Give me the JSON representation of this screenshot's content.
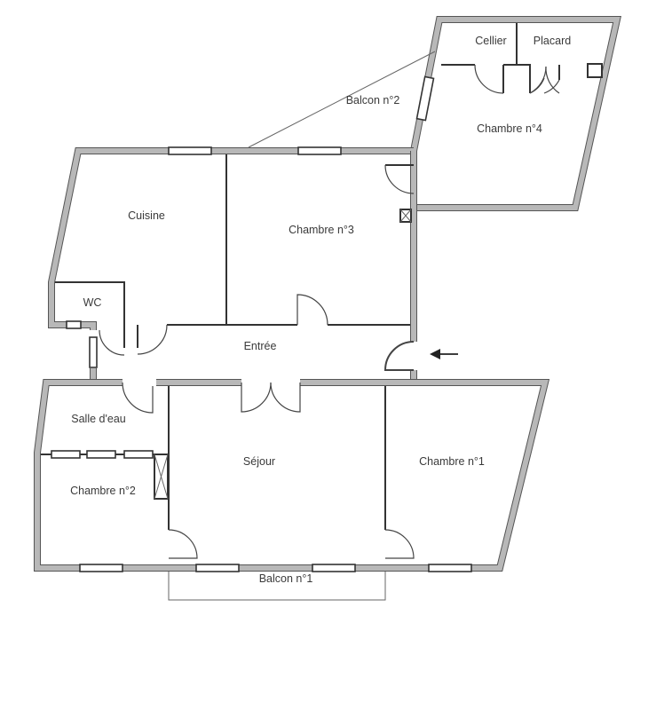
{
  "plan": {
    "rooms": {
      "cellier": "Cellier",
      "placard": "Placard",
      "chambre4": "Chambre n°4",
      "balcon2": "Balcon n°2",
      "cuisine": "Cuisine",
      "chambre3": "Chambre n°3",
      "wc": "WC",
      "entree": "Entrée",
      "salle_eau": "Salle d'eau",
      "chambre2": "Chambre n°2",
      "sejour": "Séjour",
      "chambre1": "Chambre n°1",
      "balcon1": "Balcon n°1"
    },
    "entrance_arrow": "entrance-arrow-left",
    "colors": {
      "wall_outline": "#555555",
      "wall_fill": "#b8b8b8",
      "label": "#3a3a3a"
    }
  }
}
